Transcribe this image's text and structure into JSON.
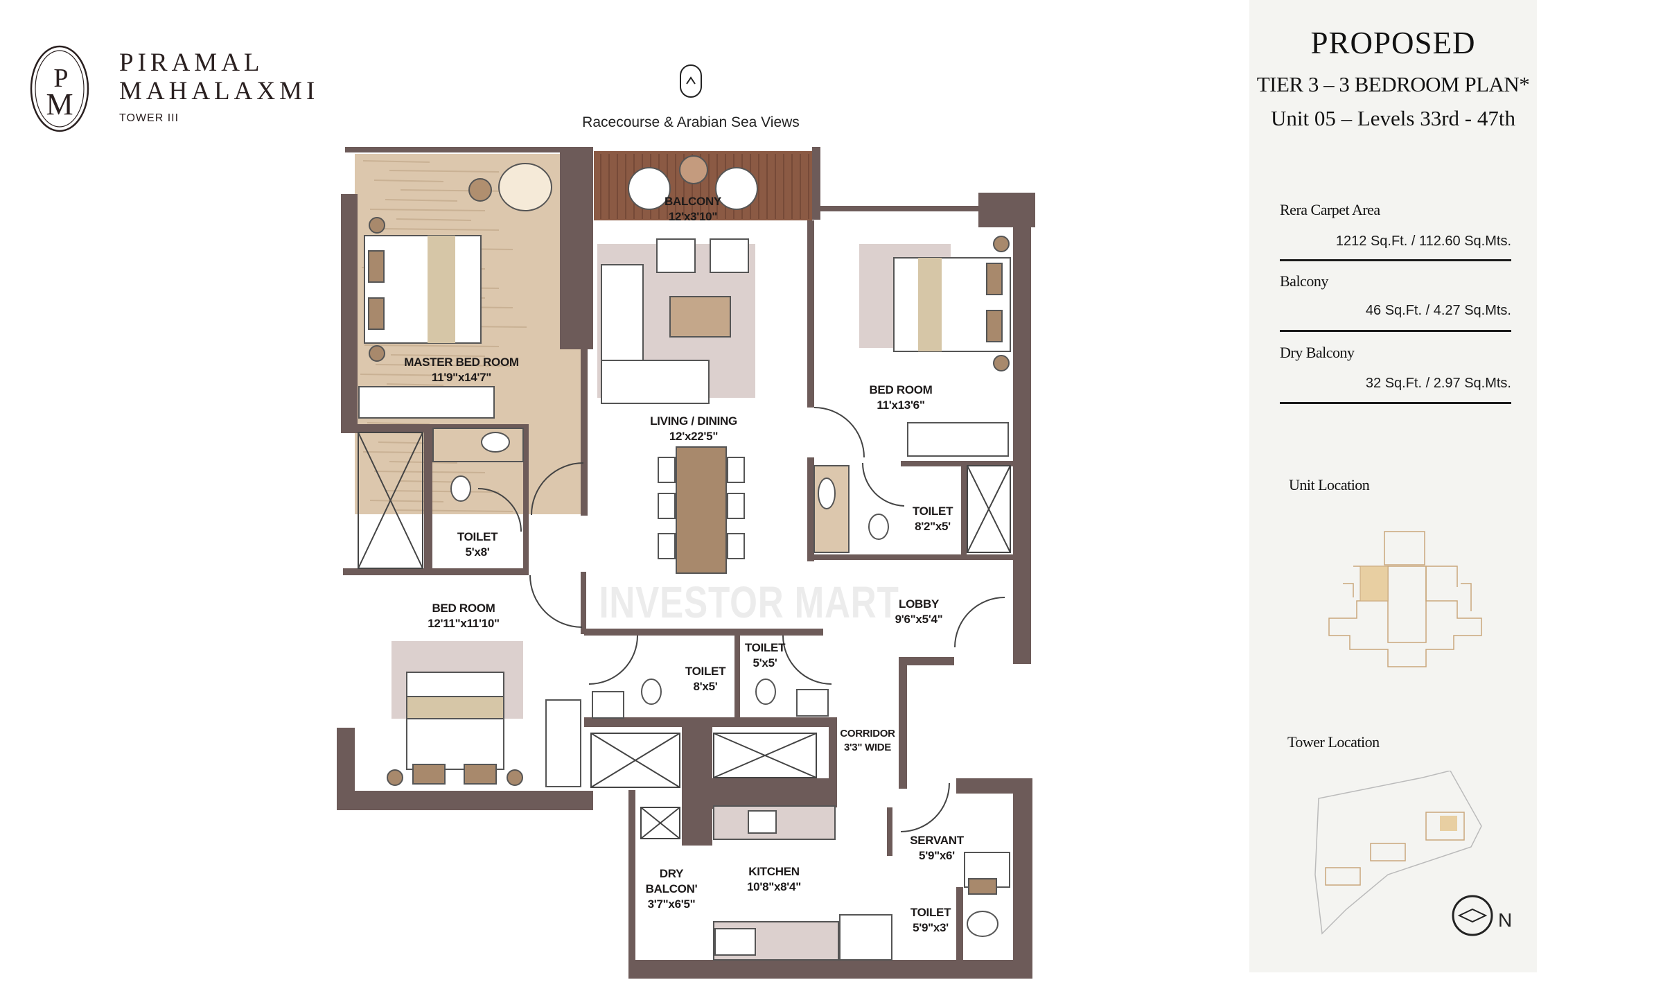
{
  "brand": {
    "name_line1": "PIRAMAL",
    "name_line2": "MAHALAXMI",
    "subtitle": "TOWER III",
    "logo_monogram": "PM"
  },
  "view": {
    "icon": "view-direction-arrow-icon",
    "label": "Racecourse & Arabian Sea Views"
  },
  "panel": {
    "title": "PROPOSED",
    "plan_name": "TIER 3 – 3 BEDROOM PLAN*",
    "unit": "Unit 05 – Levels  33rd - 47th",
    "areas": [
      {
        "label": "Rera Carpet Area",
        "value": "1212  Sq.Ft.  /  112.60 Sq.Mts."
      },
      {
        "label": "Balcony",
        "value": "46 Sq.Ft.  /  4.27 Sq.Mts."
      },
      {
        "label": "Dry Balcony",
        "value": "32 Sq.Ft.  /  2.97 Sq.Mts."
      }
    ],
    "unit_location_label": "Unit Location",
    "tower_location_label": "Tower Location",
    "north_label": "N",
    "highlight_color": "#e8cfa2"
  },
  "plan": {
    "watermark": "INVESTOR MART",
    "colors": {
      "wall": "#6d5b59",
      "wood_floor": "#dcc7ad",
      "balcony_deck": "#8b5a44",
      "rug": "#dcd0ce",
      "fabric": "#d6c6a7",
      "furniture_dark": "#a8896c"
    },
    "rooms": {
      "balcony": {
        "name": "BALCONY",
        "size": "12'x3'10\""
      },
      "master_bedroom": {
        "name": "MASTER BED ROOM",
        "size": "11'9\"x14'7\""
      },
      "living_dining": {
        "name": "LIVING / DINING",
        "size": "12'x22'5\""
      },
      "bedroom_right": {
        "name": "BED ROOM",
        "size": "11'x13'6\""
      },
      "toilet_master": {
        "name": "TOILET",
        "size": "5'x8'"
      },
      "toilet_right": {
        "name": "TOILET",
        "size": "8'2\"x5'"
      },
      "bedroom_left": {
        "name": "BED ROOM",
        "size": "12'11\"x11'10\""
      },
      "lobby": {
        "name": "LOBBY",
        "size": "9'6\"x5'4\""
      },
      "toilet_common": {
        "name": "TOILET",
        "size": "8'x5'"
      },
      "toilet_small": {
        "name": "TOILET",
        "size": "5'x5'"
      },
      "corridor": {
        "name": "CORRIDOR",
        "size": "3'3\" WIDE"
      },
      "servant": {
        "name": "SERVANT",
        "size": "5'9\"x6'"
      },
      "kitchen": {
        "name": "KITCHEN",
        "size": "10'8\"x8'4\""
      },
      "dry_balcony": {
        "name1": "DRY",
        "name2": "BALCON'",
        "size": "3'7\"x6'5\""
      },
      "toilet_servant": {
        "name": "TOILET",
        "size": "5'9\"x3'"
      }
    }
  }
}
